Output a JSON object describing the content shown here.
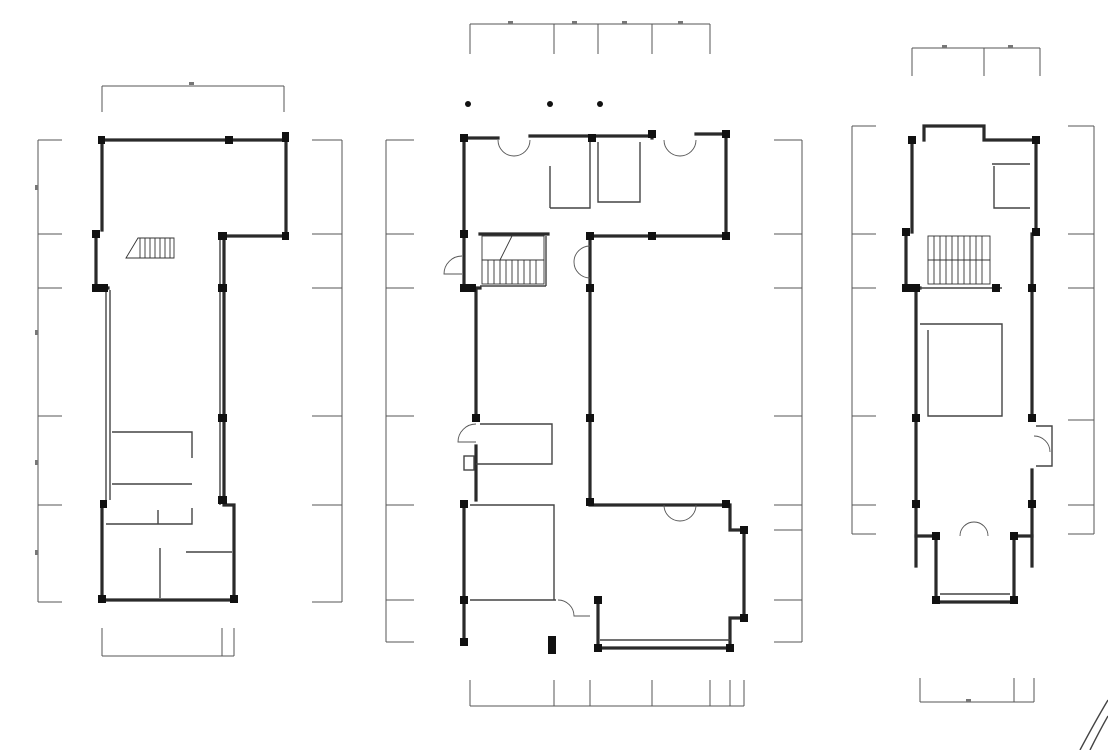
{
  "drawing": {
    "type": "architectural floor plans",
    "plan_count": 3,
    "labels_visible": false,
    "colors": {
      "background": "#ffffff",
      "lines": "#2a2a2a",
      "columns": "#111111"
    }
  },
  "plans": [
    {
      "id": "plan-left"
    },
    {
      "id": "plan-center"
    },
    {
      "id": "plan-right"
    }
  ]
}
